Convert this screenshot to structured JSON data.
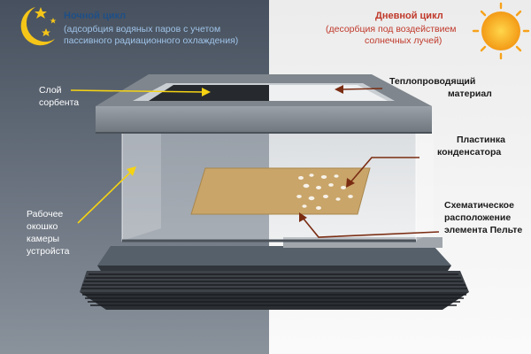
{
  "night": {
    "title": "Ночной цикл",
    "subtitle_line1": "(адсорбция водяных паров с учетом",
    "subtitle_line2": "пассивного радиационного охлаждения)"
  },
  "day": {
    "title": "Дневной цикл",
    "subtitle_line1": "(десорбция под воздействием",
    "subtitle_line2": "солнечных лучей)"
  },
  "labels": {
    "sorbent_line1": "Слой",
    "sorbent_line2": "сорбента",
    "window_line1": "Рабочее",
    "window_line2": "окошко",
    "window_line3": "камеры",
    "window_line4": "устройста",
    "conductor_line1": "Теплопроводящий",
    "conductor_line2": "материал",
    "plate_line1": "Пластинка",
    "plate_line2": "конденсатора",
    "peltier_line1": "Схематическое",
    "peltier_line2": "расположение",
    "peltier_line3": "элемента Пельте"
  },
  "colors": {
    "night_bg": "#5a6470",
    "day_bg": "#f2f2f2",
    "night_arrow": "#f5d313",
    "day_arrow": "#7a2c12",
    "night_title": "#1f4f86",
    "day_title": "#c0392b",
    "sun": "#f6a21a",
    "moon": "#f5c518",
    "plate": "#c9a56a"
  },
  "icons": {
    "night": "moon-and-stars-icon",
    "day": "sun-icon"
  }
}
